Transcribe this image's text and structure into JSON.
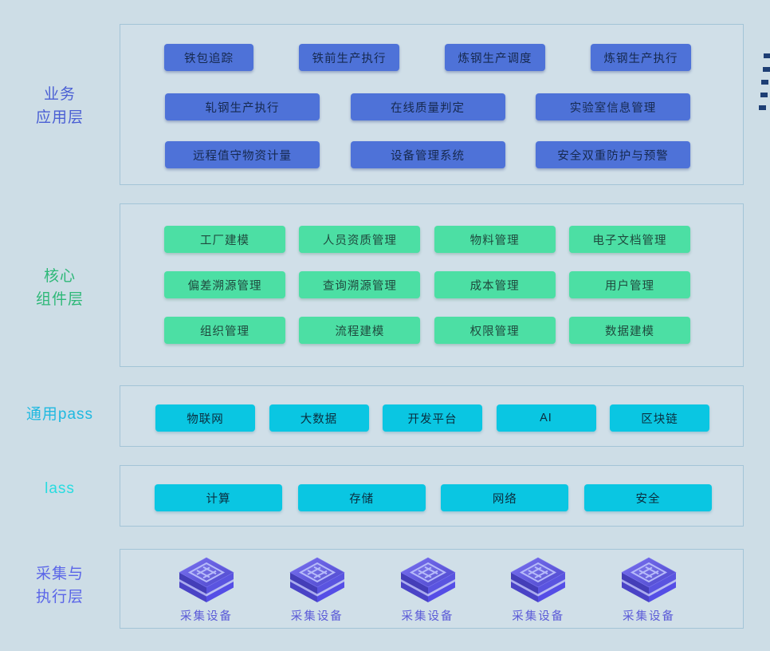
{
  "page": {
    "background_color": "#cddde6",
    "container_border_color": "#a3c4d7"
  },
  "colors": {
    "business_button": "#4e72d8",
    "core_button": "#4cdfa4",
    "cloud_button": "#0ac6e2",
    "business_label": "#4a5fd4",
    "core_label": "#2eb878",
    "paas_label": "#1fb9e0",
    "iaas_label": "#27dce0",
    "devices_label": "#5a65e8",
    "device_caption": "#5b5bd8",
    "edge_mark": "#1d3e74",
    "device_cube": "#5a54e0"
  },
  "edge_marks": {
    "count": 5
  },
  "layers": [
    {
      "id": "business",
      "label_lines": [
        "业务",
        "应用层"
      ],
      "rows": [
        [
          "铁包追踪",
          "铁前生产执行",
          "炼钢生产调度",
          "炼钢生产执行"
        ],
        [
          "轧钢生产执行",
          "在线质量判定",
          "实验室信息管理"
        ],
        [
          "远程值守物资计量",
          "设备管理系统",
          "安全双重防护与预警"
        ]
      ]
    },
    {
      "id": "core",
      "label_lines": [
        "核心",
        "组件层"
      ],
      "rows": [
        [
          "工厂建模",
          "人员资质管理",
          "物料管理",
          "电子文档管理"
        ],
        [
          "偏差溯源管理",
          "查询溯源管理",
          "成本管理",
          "用户管理"
        ],
        [
          "组织管理",
          "流程建模",
          "权限管理",
          "数据建模"
        ]
      ]
    },
    {
      "id": "paas",
      "label_lines": [
        "通用pass"
      ],
      "rows": [
        [
          "物联网",
          "大数据",
          "开发平台",
          "AI",
          "区块链"
        ]
      ]
    },
    {
      "id": "iaas",
      "label_lines": [
        "lass"
      ],
      "rows": [
        [
          "计算",
          "存储",
          "网络",
          "安全"
        ]
      ]
    },
    {
      "id": "devices",
      "label_lines": [
        "采集与",
        "执行层"
      ],
      "device_label": "采集设备",
      "device_count": 5
    }
  ]
}
